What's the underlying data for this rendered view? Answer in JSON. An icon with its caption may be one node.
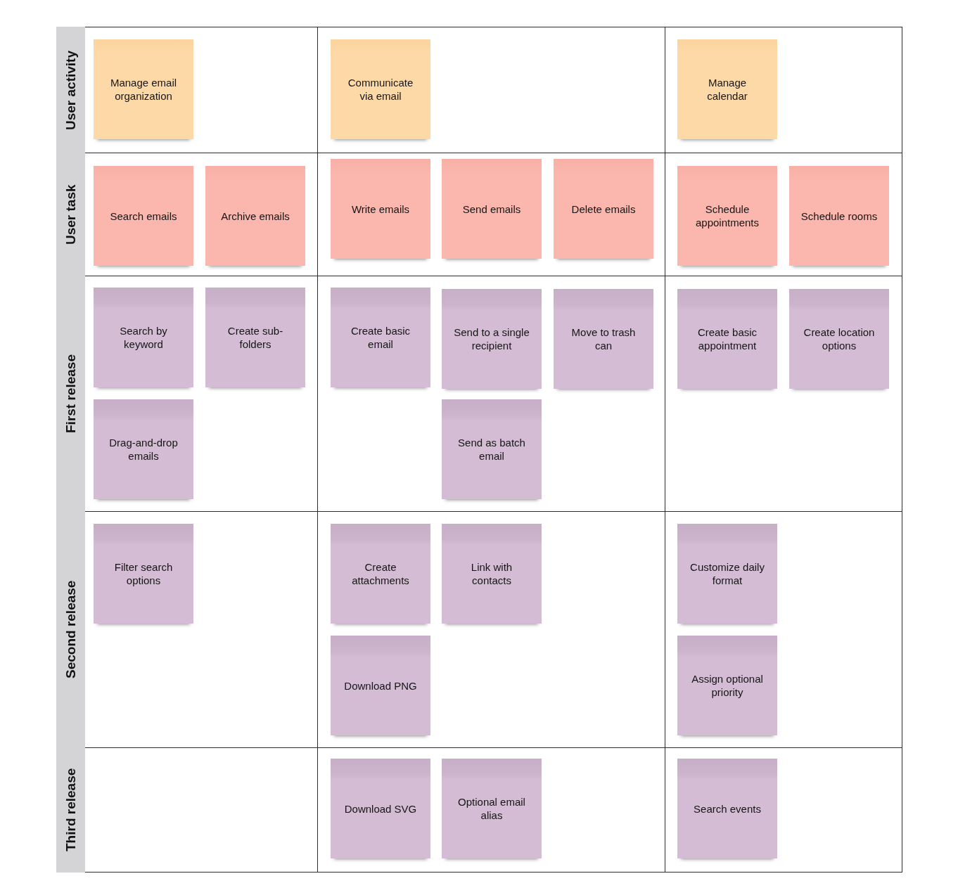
{
  "diagram": {
    "nodes": [
      {
        "text": [
          "User activity"
        ]
      },
      {
        "text": [
          "Manage email organization"
        ]
      },
      {
        "text": [
          "Communicate via email"
        ]
      },
      {
        "text": [
          "Manage calendar"
        ]
      },
      {
        "text": [
          "User task"
        ]
      },
      {
        "text": [
          "Search emails"
        ]
      },
      {
        "text": [
          "Archive emails"
        ]
      },
      {
        "text": [
          "Write emails"
        ]
      },
      {
        "text": [
          "Send emails"
        ]
      },
      {
        "text": [
          "Delete emails"
        ]
      },
      {
        "text": [
          "Schedule appointments"
        ]
      },
      {
        "text": [
          "Schedule rooms"
        ]
      },
      {
        "text": [
          "First release"
        ]
      },
      {
        "text": [
          "Search by keyword"
        ]
      },
      {
        "text": [
          "Create sub-folders"
        ]
      },
      {
        "text": [
          "Create basic email"
        ]
      },
      {
        "text": [
          "Send to a single recipient"
        ]
      },
      {
        "text": [
          "Move to trash can"
        ]
      },
      {
        "text": [
          "Create basic appointment"
        ]
      },
      {
        "text": [
          "Create location options"
        ]
      },
      {
        "text": [
          "Drag-and-drop emails"
        ]
      },
      {
        "text": [
          "Send as batch email"
        ]
      },
      {
        "text": [
          "Second release"
        ]
      },
      {
        "text": [
          "Filter search options"
        ]
      },
      {
        "text": [
          "Create attachments"
        ]
      },
      {
        "text": [
          "Link with contacts"
        ]
      },
      {
        "text": [
          "Customize daily format"
        ]
      },
      {
        "text": [
          "Download PNG"
        ]
      },
      {
        "text": [
          "Assign optional priority"
        ]
      },
      {
        "text": [
          "Third release"
        ]
      },
      {
        "text": [
          "Download SVG"
        ]
      },
      {
        "text": [
          "Optional email alias"
        ]
      },
      {
        "text": [
          "Search events"
        ]
      }
    ]
  }
}
